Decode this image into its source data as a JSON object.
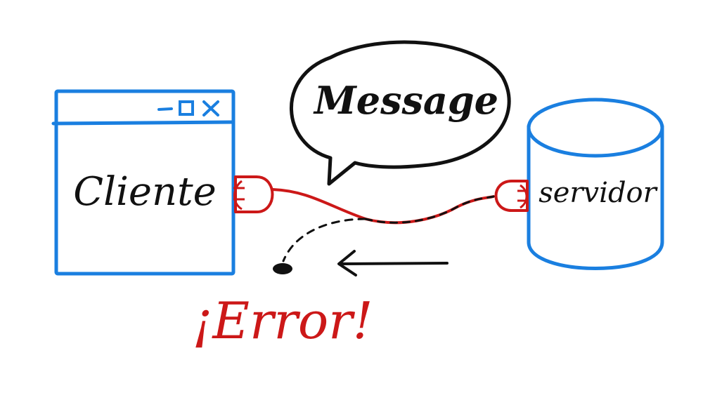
{
  "client": {
    "label": "Cliente",
    "window_controls": [
      "–",
      "□",
      "×"
    ]
  },
  "server": {
    "label": "servidor"
  },
  "message": {
    "label": "Message"
  },
  "error": {
    "label": "¡Error!"
  },
  "colors": {
    "window_blue": "#1a7fe0",
    "cable_red": "#cc1818",
    "ink_black": "#111111",
    "error_red": "#cc1818"
  }
}
